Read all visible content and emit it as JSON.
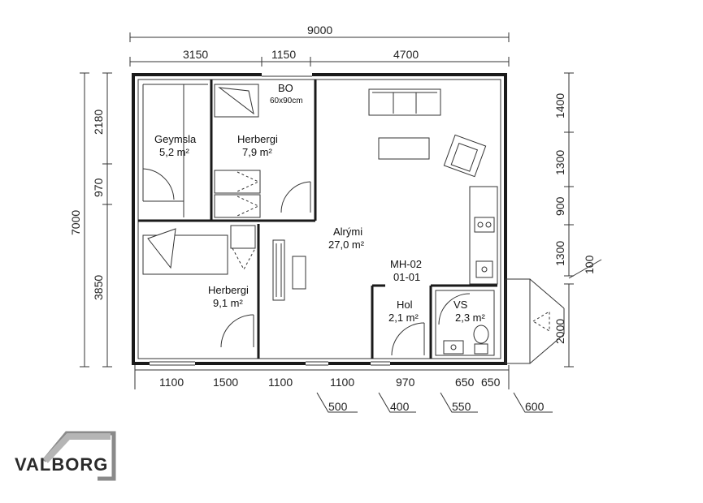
{
  "dimensions": {
    "top_total": "9000",
    "top_segments": [
      "3150",
      "1150",
      "4700"
    ],
    "left_total": "7000",
    "left_segments": [
      "2180",
      "970",
      "3850"
    ],
    "right_segments": [
      "1400",
      "1300",
      "900",
      "1300"
    ],
    "right_extra": "100",
    "porch_depth": "2000",
    "bottom_segments": [
      "1100",
      "1500",
      "1100",
      "1100",
      "970",
      "650",
      "650"
    ],
    "bottom_callouts": [
      "500",
      "400",
      "550",
      "600"
    ]
  },
  "rooms": {
    "geymsla": {
      "name": "Geymsla",
      "area": "5,2 m²"
    },
    "herbergi_1": {
      "name": "Herbergi",
      "area": "7,9 m²"
    },
    "bo": {
      "name": "BO",
      "size": "60x90cm"
    },
    "alrymi": {
      "name": "Alrými",
      "area": "27,0 m²"
    },
    "herbergi_2": {
      "name": "Herbergi",
      "area": "9,1 m²"
    },
    "code": {
      "line1": "MH-02",
      "line2": "01-01"
    },
    "hol": {
      "name": "Hol",
      "area": "2,1 m²"
    },
    "vs": {
      "name": "VS",
      "area": "2,3 m²"
    }
  },
  "logo": {
    "text": "VALBORG"
  }
}
